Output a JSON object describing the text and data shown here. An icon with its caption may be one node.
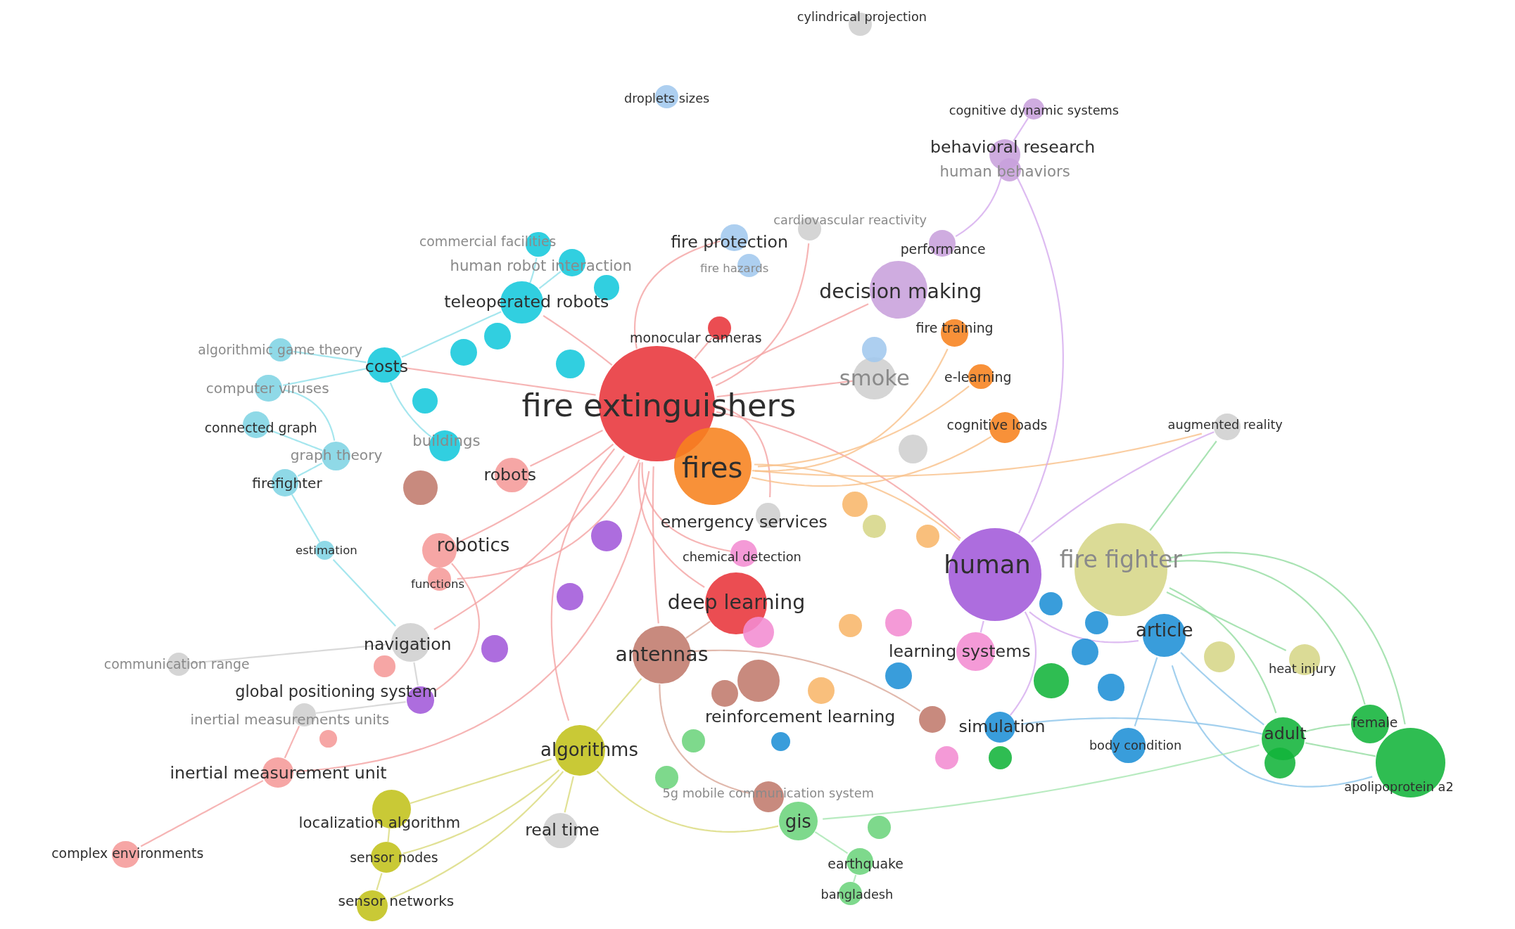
{
  "diagram": {
    "nodes": [
      {
        "text": [
          "cylindrical projection"
        ]
      },
      {
        "text": [
          "droplets sizes"
        ]
      },
      {
        "text": [
          "cognitive dynamic systems"
        ]
      },
      {
        "text": [
          "behavioral research"
        ]
      },
      {
        "text": [
          "human behaviors"
        ]
      },
      {
        "text": [
          "commercial facilities"
        ]
      },
      {
        "text": [
          "fire protection"
        ]
      },
      {
        "text": [
          "cardiovascular reactivity"
        ]
      },
      {
        "text": [
          "performance"
        ]
      },
      {
        "text": [
          "human robot interaction"
        ]
      },
      {
        "text": [
          "fire hazards"
        ]
      },
      {
        "text": [
          "teleoperated robots"
        ]
      },
      {
        "text": [
          "decision making"
        ]
      },
      {
        "text": [
          "fire training"
        ]
      },
      {
        "text": [
          "algorithmic game theory"
        ]
      },
      {
        "text": [
          "monocular cameras"
        ]
      },
      {
        "text": [
          "costs"
        ]
      },
      {
        "text": [
          "smoke"
        ]
      },
      {
        "text": [
          "e-learning"
        ]
      },
      {
        "text": [
          "computer viruses"
        ]
      },
      {
        "text": [
          "fire extinguishers"
        ]
      },
      {
        "text": [
          "connected graph"
        ]
      },
      {
        "text": [
          "cognitive loads"
        ]
      },
      {
        "text": [
          "augmented reality"
        ]
      },
      {
        "text": [
          "graph theory"
        ]
      },
      {
        "text": [
          "buildings"
        ]
      },
      {
        "text": [
          "fires"
        ]
      },
      {
        "text": [
          "robots"
        ]
      },
      {
        "text": [
          "firefighter"
        ]
      },
      {
        "text": [
          "emergency services"
        ]
      },
      {
        "text": [
          "estimation"
        ]
      },
      {
        "text": [
          "robotics"
        ]
      },
      {
        "text": [
          "chemical detection"
        ]
      },
      {
        "text": [
          "human"
        ]
      },
      {
        "text": [
          "fire fighter"
        ]
      },
      {
        "text": [
          "functions"
        ]
      },
      {
        "text": [
          "deep learning"
        ]
      },
      {
        "text": [
          "article"
        ]
      },
      {
        "text": [
          "navigation"
        ]
      },
      {
        "text": [
          "communication range"
        ]
      },
      {
        "text": [
          "antennas"
        ]
      },
      {
        "text": [
          "learning systems"
        ]
      },
      {
        "text": [
          "heat injury"
        ]
      },
      {
        "text": [
          "global positioning system"
        ]
      },
      {
        "text": [
          "inertial measurements units"
        ]
      },
      {
        "text": [
          "reinforcement learning"
        ]
      },
      {
        "text": [
          "simulation"
        ]
      },
      {
        "text": [
          "algorithms"
        ]
      },
      {
        "text": [
          "body condition"
        ]
      },
      {
        "text": [
          "adult"
        ]
      },
      {
        "text": [
          "female"
        ]
      },
      {
        "text": [
          "inertial measurement unit"
        ]
      },
      {
        "text": [
          "apolipoprotein a2"
        ]
      },
      {
        "text": [
          "5g mobile communication system"
        ]
      },
      {
        "text": [
          "localization algorithm"
        ]
      },
      {
        "text": [
          "gis"
        ]
      },
      {
        "text": [
          "real time"
        ]
      },
      {
        "text": [
          "complex environments"
        ]
      },
      {
        "text": [
          "sensor nodes"
        ]
      },
      {
        "text": [
          "earthquake"
        ]
      },
      {
        "text": [
          "sensor networks"
        ]
      },
      {
        "text": [
          "bangladesh"
        ]
      },
      {
        "text": [],
        "shape": "circle"
      },
      {
        "text": [],
        "shape": "circle"
      },
      {
        "text": [],
        "shape": "circle"
      },
      {
        "text": [],
        "shape": "circle"
      },
      {
        "text": [],
        "shape": "circle"
      },
      {
        "text": [],
        "shape": "circle"
      },
      {
        "text": [],
        "shape": "circle"
      },
      {
        "text": [],
        "shape": "circle"
      },
      {
        "text": [],
        "shape": "circle"
      },
      {
        "text": [],
        "shape": "circle"
      },
      {
        "text": [],
        "shape": "circle"
      },
      {
        "text": [],
        "shape": "circle"
      },
      {
        "text": [],
        "shape": "circle"
      },
      {
        "text": [],
        "shape": "circle"
      },
      {
        "text": [],
        "shape": "circle"
      },
      {
        "text": [],
        "shape": "circle"
      },
      {
        "text": [],
        "shape": "circle"
      },
      {
        "text": [],
        "shape": "circle"
      },
      {
        "text": [],
        "shape": "circle"
      },
      {
        "text": [],
        "shape": "circle"
      },
      {
        "text": [],
        "shape": "circle"
      },
      {
        "text": [],
        "shape": "circle"
      },
      {
        "text": [],
        "shape": "circle"
      },
      {
        "text": [],
        "shape": "circle"
      },
      {
        "text": [],
        "shape": "circle"
      },
      {
        "text": [],
        "shape": "circle"
      },
      {
        "text": [],
        "shape": "circle"
      },
      {
        "text": [],
        "shape": "circle"
      },
      {
        "text": [],
        "shape": "circle"
      },
      {
        "text": [],
        "shape": "circle"
      },
      {
        "text": [],
        "shape": "circle"
      },
      {
        "text": [],
        "shape": "circle"
      },
      {
        "text": [],
        "shape": "circle"
      },
      {
        "text": [],
        "shape": "circle"
      },
      {
        "text": [],
        "shape": "circle"
      },
      {
        "text": [],
        "shape": "circle"
      }
    ],
    "edges": [
      {
        "from": 20,
        "to": 15,
        "arrow": "none"
      },
      {
        "from": 20,
        "to": 11,
        "arrow": "none"
      },
      {
        "from": 20,
        "to": 16,
        "arrow": "none"
      },
      {
        "from": 20,
        "to": 27,
        "arrow": "none"
      },
      {
        "from": 20,
        "to": 31,
        "arrow": "none"
      },
      {
        "from": 20,
        "to": 36,
        "arrow": "none"
      },
      {
        "from": 20,
        "to": 40,
        "arrow": "none"
      },
      {
        "from": 20,
        "to": 29,
        "arrow": "none"
      },
      {
        "from": 20,
        "to": 33,
        "arrow": "none"
      },
      {
        "from": 20,
        "to": 6,
        "arrow": "none"
      },
      {
        "from": 20,
        "to": 12,
        "arrow": "none"
      },
      {
        "from": 20,
        "to": 17,
        "arrow": "none"
      },
      {
        "from": 20,
        "to": 47,
        "arrow": "none"
      },
      {
        "from": 20,
        "to": 38,
        "arrow": "none"
      },
      {
        "from": 20,
        "to": 32,
        "arrow": "none"
      },
      {
        "from": 20,
        "to": 35,
        "arrow": "none"
      },
      {
        "from": 20,
        "to": 51,
        "arrow": "none"
      },
      {
        "from": 20,
        "to": 7,
        "arrow": "none"
      },
      {
        "from": 51,
        "to": 57,
        "arrow": "none"
      },
      {
        "from": 31,
        "to": 43,
        "arrow": "none"
      },
      {
        "from": 26,
        "to": 33,
        "arrow": "none",
        "color": "#f9c08a"
      },
      {
        "from": 26,
        "to": 22,
        "arrow": "none",
        "color": "#f9c08a"
      },
      {
        "from": 26,
        "to": 18,
        "arrow": "none",
        "color": "#f9c08a"
      },
      {
        "from": 26,
        "to": 13,
        "arrow": "none",
        "color": "#f9c08a"
      },
      {
        "from": 26,
        "to": 23,
        "arrow": "none",
        "color": "#f9c08a"
      },
      {
        "from": 33,
        "to": 37,
        "arrow": "none",
        "color": "#d4aaee"
      },
      {
        "from": 33,
        "to": 3,
        "arrow": "none",
        "color": "#d4aaee"
      },
      {
        "from": 33,
        "to": 41,
        "arrow": "none",
        "color": "#d4aaee"
      },
      {
        "from": 33,
        "to": 46,
        "arrow": "none",
        "color": "#d4aaee"
      },
      {
        "from": 33,
        "to": 23,
        "arrow": "none",
        "color": "#d4aaee"
      },
      {
        "from": 3,
        "to": 2,
        "arrow": "none",
        "color": "#d4aaee"
      },
      {
        "from": 3,
        "to": 8,
        "arrow": "none",
        "color": "#d4aaee"
      },
      {
        "from": 34,
        "to": 42,
        "arrow": "none",
        "color": "#94dca0"
      },
      {
        "from": 34,
        "to": 49,
        "arrow": "none",
        "color": "#94dca0"
      },
      {
        "from": 34,
        "to": 50,
        "arrow": "none",
        "color": "#94dca0"
      },
      {
        "from": 34,
        "to": 52,
        "arrow": "none",
        "color": "#94dca0"
      },
      {
        "from": 34,
        "to": 23,
        "arrow": "none",
        "color": "#94dca0"
      },
      {
        "from": 37,
        "to": 48,
        "arrow": "none",
        "color": "#8cc4ea"
      },
      {
        "from": 37,
        "to": 49,
        "arrow": "none",
        "color": "#8cc4ea"
      },
      {
        "from": 37,
        "to": 52,
        "arrow": "none",
        "color": "#8cc4ea"
      },
      {
        "from": 46,
        "to": 49,
        "arrow": "none",
        "color": "#8cc4ea"
      },
      {
        "from": 49,
        "to": 50,
        "arrow": "none",
        "color": "#94dca0"
      },
      {
        "from": 49,
        "to": 52,
        "arrow": "none",
        "color": "#94dca0"
      },
      {
        "from": 11,
        "to": 16,
        "arrow": "none",
        "color": "#8fe0ea"
      },
      {
        "from": 11,
        "to": 9,
        "arrow": "none",
        "color": "#8fe0ea"
      },
      {
        "from": 11,
        "to": 5,
        "arrow": "none",
        "color": "#8fe0ea"
      },
      {
        "from": 16,
        "to": 19,
        "arrow": "none",
        "color": "#8fe0ea"
      },
      {
        "from": 16,
        "to": 14,
        "arrow": "none",
        "color": "#8fe0ea"
      },
      {
        "from": 16,
        "to": 25,
        "arrow": "none",
        "color": "#8fe0ea"
      },
      {
        "from": 19,
        "to": 24,
        "arrow": "none",
        "color": "#8fe0ea"
      },
      {
        "from": 24,
        "to": 28,
        "arrow": "none",
        "color": "#8fe0ea"
      },
      {
        "from": 21,
        "to": 24,
        "arrow": "none",
        "color": "#8fe0ea"
      },
      {
        "from": 28,
        "to": 30,
        "arrow": "none",
        "color": "#8fe0ea"
      },
      {
        "from": 30,
        "to": 38,
        "arrow": "none",
        "color": "#8fe0ea"
      },
      {
        "from": 47,
        "to": 54,
        "arrow": "none",
        "color": "#dada7a"
      },
      {
        "from": 47,
        "to": 58,
        "arrow": "none",
        "color": "#dada7a"
      },
      {
        "from": 47,
        "to": 60,
        "arrow": "none",
        "color": "#dada7a"
      },
      {
        "from": 47,
        "to": 56,
        "arrow": "none",
        "color": "#dada7a"
      },
      {
        "from": 47,
        "to": 40,
        "arrow": "none",
        "color": "#dada7a"
      },
      {
        "from": 47,
        "to": 55,
        "arrow": "none",
        "color": "#dada7a"
      },
      {
        "from": 54,
        "to": 58,
        "arrow": "none",
        "color": "#dada7a"
      },
      {
        "from": 58,
        "to": 60,
        "arrow": "none",
        "color": "#dada7a"
      },
      {
        "from": 40,
        "to": 45,
        "arrow": "none",
        "color": "#daa898"
      },
      {
        "from": 40,
        "to": 53,
        "arrow": "none",
        "color": "#daa898"
      },
      {
        "from": 40,
        "to": 36,
        "arrow": "none",
        "color": "#daa898"
      },
      {
        "from": 55,
        "to": 59,
        "arrow": "none",
        "color": "#a6e6b0"
      },
      {
        "from": 59,
        "to": 61,
        "arrow": "none",
        "color": "#a6e6b0"
      },
      {
        "from": 55,
        "to": 49,
        "arrow": "none",
        "color": "#a6e6b0"
      },
      {
        "from": 38,
        "to": 39,
        "arrow": "none",
        "color": "#d0d0d0"
      },
      {
        "from": 38,
        "to": 43,
        "arrow": "none",
        "color": "#d0d0d0"
      },
      {
        "from": 43,
        "to": 44,
        "arrow": "none",
        "color": "#d0d0d0"
      },
      {
        "from": 44,
        "to": 51,
        "arrow": "none"
      }
    ]
  }
}
